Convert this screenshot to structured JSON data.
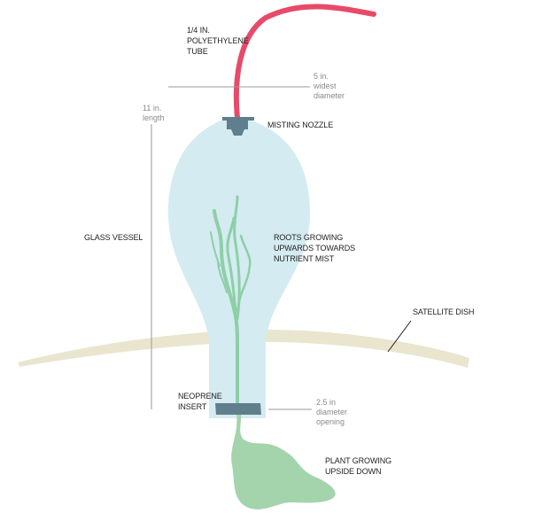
{
  "labels": {
    "tube": "1/4 in.\nPOLYETHYLENE\nTUBE",
    "nozzle": "MISTING NOZZLE",
    "vessel": "GLASS VESSEL",
    "roots": "ROOTS GROWING\nUPWARDS TOWARDS\nNUTRIENT MIST",
    "dish": "SATELLITE DISH",
    "insert": "NEOPRENE\nINSERT",
    "plant": "PLANT GROWING\nUPSIDE DOWN"
  },
  "dimensions": {
    "widest": "5 in.\nwidest\ndiameter",
    "length": "11 in.\nlength",
    "opening": "2.5 in\ndiameter\nopening"
  },
  "colors": {
    "tube": "#e84a6a",
    "glass": "#d4ebf1",
    "nozzle": "#5f7f8c",
    "insert": "#5f7f8c",
    "plant": "#a3d4ab",
    "roots": "#8dcfa6",
    "dish": "#e9e5cf",
    "dimension_line": "#999999",
    "leader": "#222222"
  }
}
